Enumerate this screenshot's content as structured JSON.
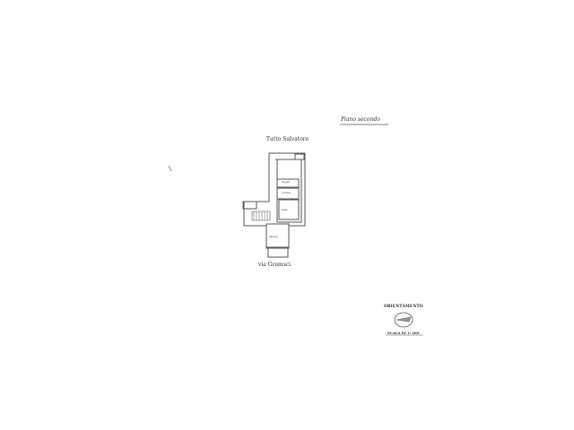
{
  "title": "Piano secondo",
  "owner_label": "Tutto Salvatore",
  "street_label": "via Gramsci",
  "rooms": [
    "bagno",
    "cucina",
    "letto",
    "salone"
  ],
  "orientation_label": "ORIENTAMENTO",
  "scale_label": "SCALA DI 1: 200"
}
